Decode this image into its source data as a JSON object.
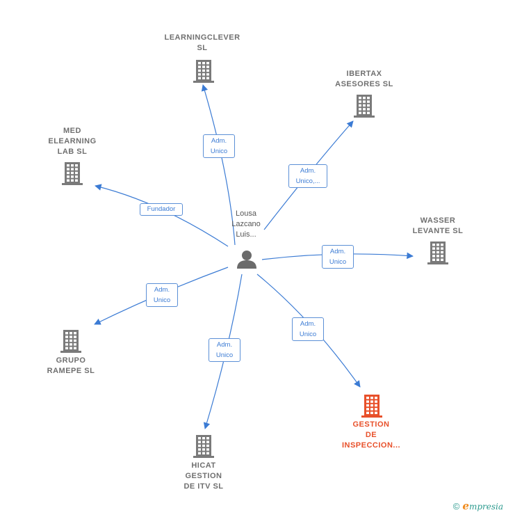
{
  "center": {
    "label": "Lousa\nLazcano\nLuis..."
  },
  "nodes": [
    {
      "id": "learningclever",
      "label": "LEARNINGCLEVER\nSL",
      "highlight": false
    },
    {
      "id": "ibertax",
      "label": "IBERTAX\nASESORES  SL",
      "highlight": false
    },
    {
      "id": "med",
      "label": "MED\nELEARNING\nLAB  SL",
      "highlight": false
    },
    {
      "id": "wasser",
      "label": "WASSER\nLEVANTE SL",
      "highlight": false
    },
    {
      "id": "ramepe",
      "label": "GRUPO\nRAMEPE  SL",
      "highlight": false
    },
    {
      "id": "gestion",
      "label": "GESTION\nDE\nINSPECCION...",
      "highlight": true
    },
    {
      "id": "hicat",
      "label": "HICAT\nGESTION\nDE ITV  SL",
      "highlight": false
    }
  ],
  "edges": [
    {
      "to": "learningclever",
      "label": "Adm.\nUnico"
    },
    {
      "to": "ibertax",
      "label": "Adm.\nUnico,..."
    },
    {
      "to": "med",
      "label": "Fundador"
    },
    {
      "to": "wasser",
      "label": "Adm.\nUnico"
    },
    {
      "to": "ramepe",
      "label": "Adm.\nUnico"
    },
    {
      "to": "gestion",
      "label": "Adm.\nUnico"
    },
    {
      "to": "hicat",
      "label": "Adm.\nUnico"
    }
  ],
  "colors": {
    "edge": "#3b7bd4",
    "building": "#7a7a7a",
    "highlight": "#e8502a",
    "person": "#6b6b6b"
  },
  "footer": {
    "copyright_symbol": "©",
    "brand_initial": "e",
    "brand_rest": "mpresia"
  }
}
